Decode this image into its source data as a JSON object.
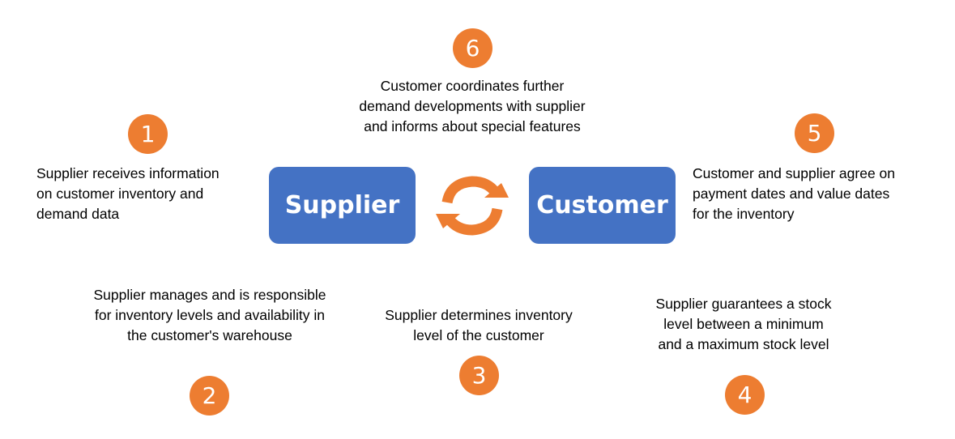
{
  "diagram": {
    "boxes": {
      "supplier": "Supplier",
      "customer": "Customer"
    },
    "cycle_icon": "refresh-arrows-icon",
    "accent_color": "#ed7d31",
    "box_color": "#4472c4",
    "steps": [
      {
        "number": "1",
        "lines": [
          "Supplier receives information",
          "on customer inventory and",
          "demand data"
        ]
      },
      {
        "number": "2",
        "lines": [
          "Supplier manages and is responsible",
          "for inventory levels and availability in",
          "the customer's warehouse"
        ]
      },
      {
        "number": "3",
        "lines": [
          "Supplier determines inventory",
          "level of the customer"
        ]
      },
      {
        "number": "4",
        "lines": [
          "Supplier guarantees a stock",
          "level between a minimum",
          "and a maximum stock level"
        ]
      },
      {
        "number": "5",
        "lines": [
          "Customer and supplier agree on",
          "payment dates and value dates",
          "for the inventory"
        ]
      },
      {
        "number": "6",
        "lines": [
          "Customer coordinates further",
          "demand developments with supplier",
          "and informs about special features"
        ]
      }
    ]
  }
}
